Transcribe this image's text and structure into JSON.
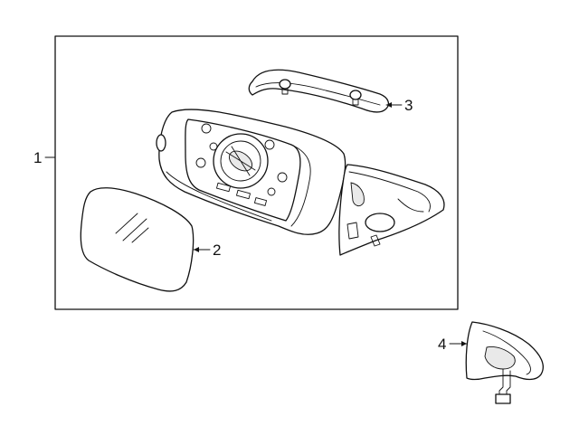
{
  "callouts": [
    {
      "id": "1",
      "label": "1"
    },
    {
      "id": "2",
      "label": "2"
    },
    {
      "id": "3",
      "label": "3"
    },
    {
      "id": "4",
      "label": "4"
    }
  ],
  "colors": {
    "ink": "#111111",
    "background": "#ffffff",
    "shade": "#e9e9e9"
  }
}
